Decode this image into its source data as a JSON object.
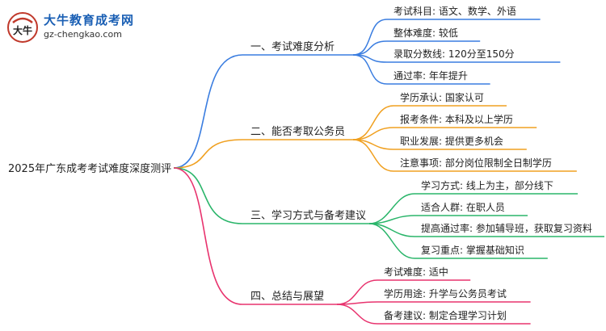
{
  "logo": {
    "title": "大牛教育成考网",
    "url": "gz-chengkao.com",
    "mark_text": "大牛"
  },
  "mindmap": {
    "root": "2025年广东成考考试难度深度测评",
    "branches": [
      {
        "label": "一、考试难度分析",
        "color": "#3a7de0",
        "leaves": [
          "考试科目: 语文、数学、外语",
          "整体难度: 较低",
          "录取分数线: 120分至150分",
          "通过率: 年年提升"
        ]
      },
      {
        "label": "二、能否考取公务员",
        "color": "#f0a020",
        "leaves": [
          "学历承认: 国家认可",
          "报考条件: 本科及以上学历",
          "职业发展: 提供更多机会",
          "注意事项: 部分岗位限制全日制学历"
        ]
      },
      {
        "label": "三、学习方式与备考建议",
        "color": "#2ab56a",
        "leaves": [
          "学习方式: 线上为主，部分线下",
          "适合人群: 在职人员",
          "提高通过率: 参加辅导班，获取复习资料",
          "复习重点: 掌握基础知识"
        ]
      },
      {
        "label": "四、总结与展望",
        "color": "#e8336e",
        "leaves": [
          "考试难度: 适中",
          "学历用途: 升学与公务员考试",
          "备考建议: 制定合理学习计划"
        ]
      }
    ]
  }
}
